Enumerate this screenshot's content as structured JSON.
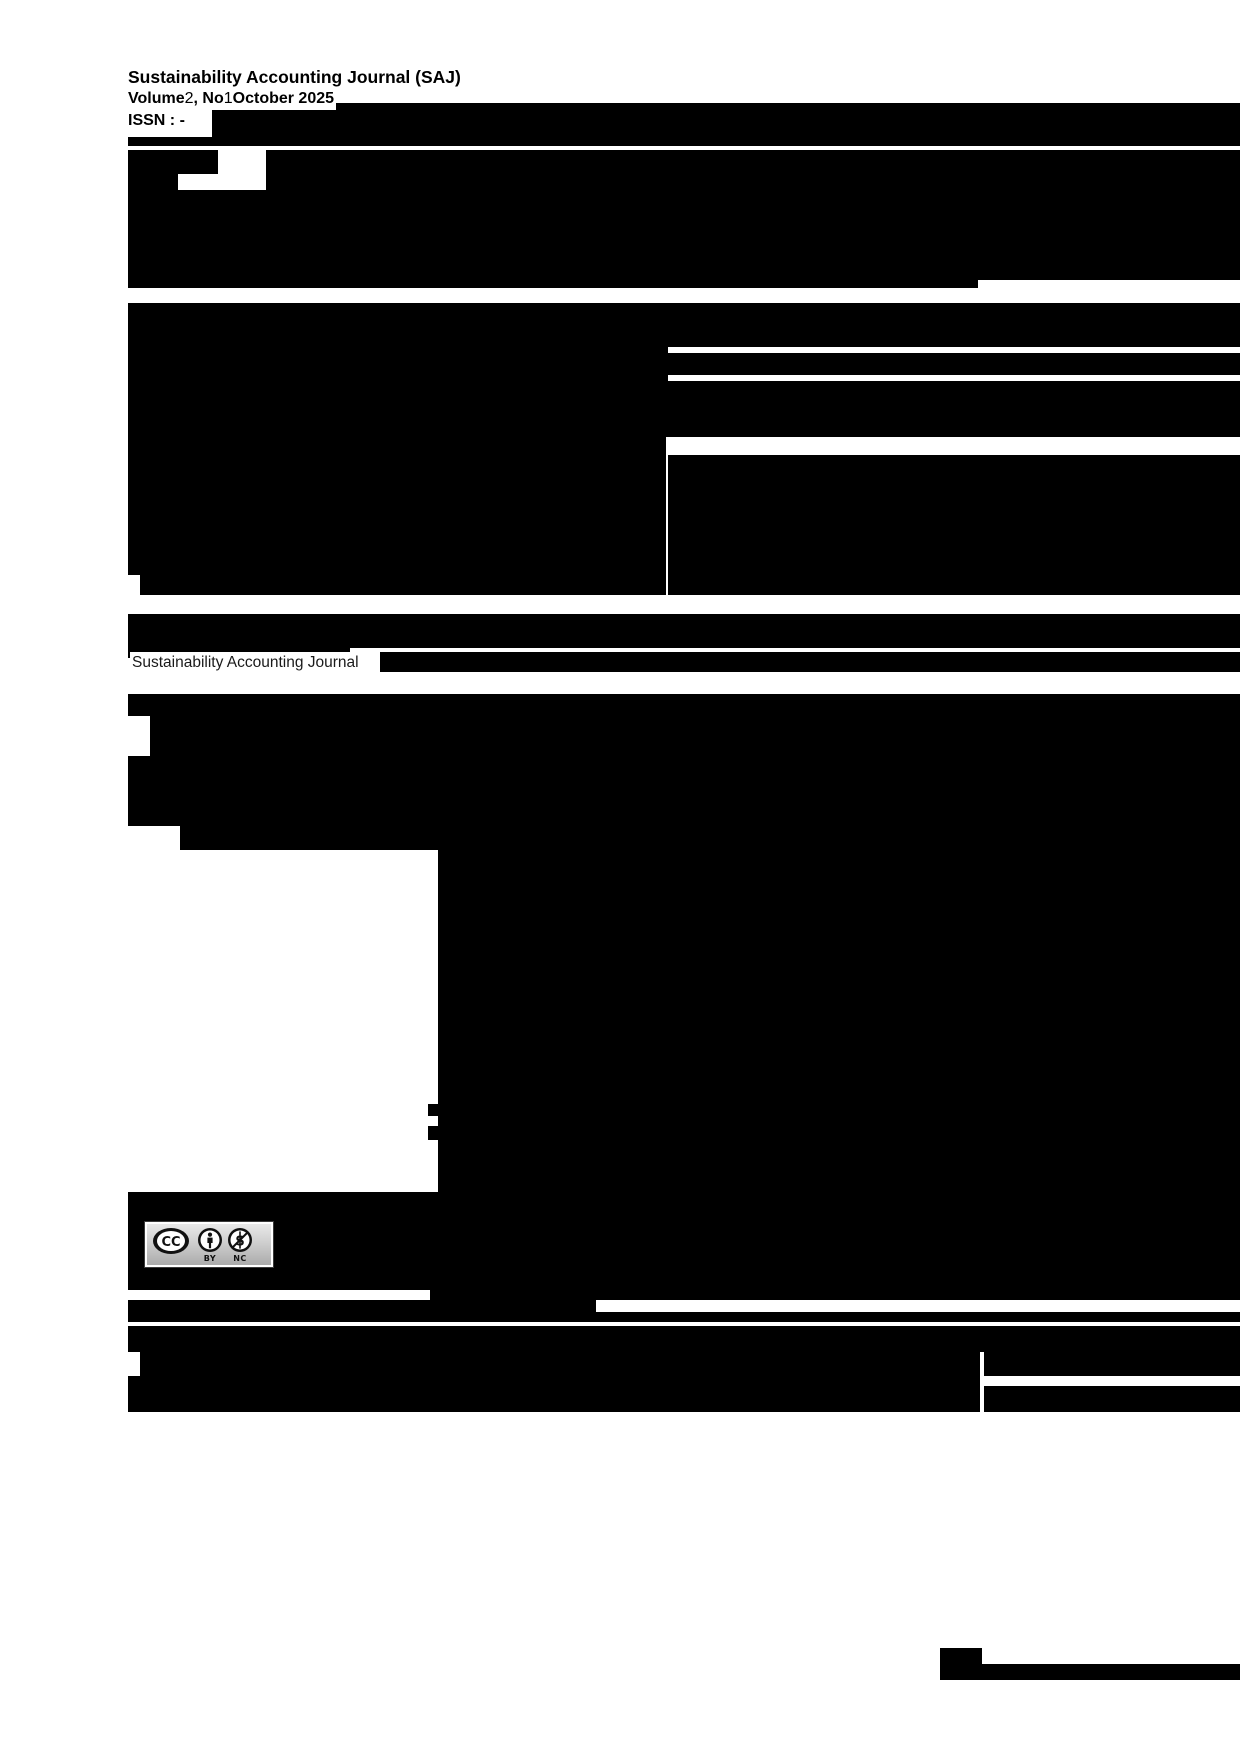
{
  "document": {
    "type": "journal-article-first-page",
    "redaction_style": "solid-black-bars",
    "page_background": "#ffffff",
    "redaction_color": "#000000"
  },
  "masthead": {
    "journal_title": "Sustainability Accounting Journal (SAJ)",
    "volume_prefix": "Volume",
    "volume_number": "2",
    "issue_separator": ", No",
    "issue_number": "1",
    "issue_date": "October 2025",
    "issn_label": "ISSN : -"
  },
  "body": {
    "journal_name_mention": "Sustainability Accounting Journal"
  },
  "license": {
    "badge_name": "creative-commons-by-nc",
    "cc_mark": "CC",
    "attribution_code": "BY",
    "noncommercial_code": "NC",
    "badge_background": "#cfcfcf"
  },
  "redactions": {
    "header_rule_block": "redacted",
    "title_block": "redacted",
    "author_block": "redacted",
    "affiliation_block": "redacted",
    "abstract_block": "redacted",
    "keywords_block": "redacted",
    "two_column_meta_block": "redacted",
    "body_text_block": "redacted",
    "references_block": "redacted",
    "footer_block": "redacted",
    "page_number_block": "redacted"
  }
}
